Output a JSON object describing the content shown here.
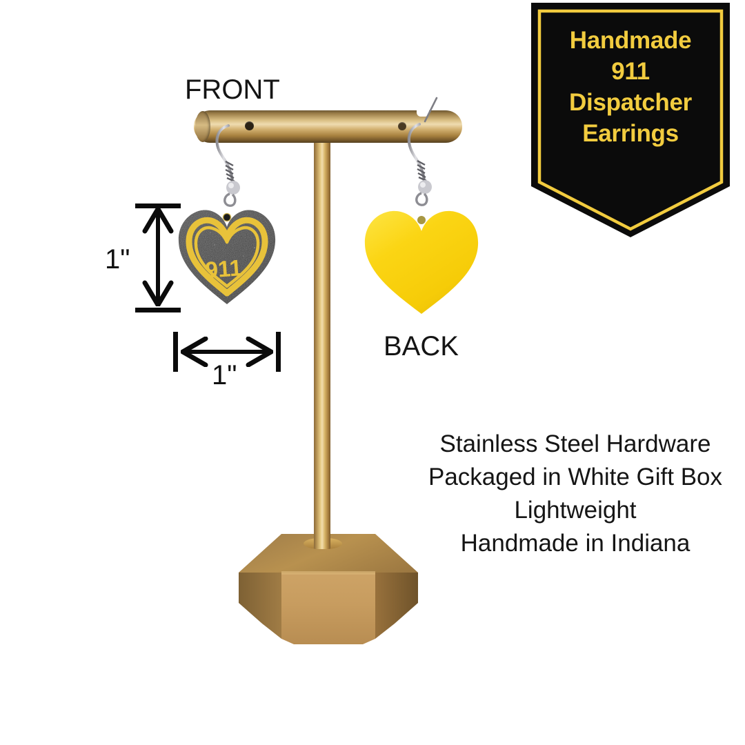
{
  "badge": {
    "lines": [
      "Handmade",
      "911",
      "Dispatcher",
      "Earrings"
    ],
    "background_color": "#0B0B0B",
    "border_color": "#F2CC3F",
    "text_color": "#F2CC3F"
  },
  "labels": {
    "front": "FRONT",
    "back": "BACK"
  },
  "dimensions": {
    "height": "1\"",
    "width": "1\""
  },
  "product": {
    "front_charm_text": "911",
    "front_charm_base_color": "#3B3B3B",
    "front_charm_accent_color": "#E8C23A",
    "back_charm_color": "#F9D512",
    "hook_color": "#B9B9BD",
    "stand_color": "#BE9553"
  },
  "specs": {
    "lines": [
      "Stainless Steel Hardware",
      "Packaged in White Gift Box",
      "Lightweight",
      "Handmade in Indiana"
    ]
  },
  "icons": {
    "badge_shape": "pennant-shield-icon",
    "front_charm": "heart-charm-icon",
    "back_charm": "heart-charm-icon",
    "earwire": "french-hook-earwire-icon",
    "stand": "t-bar-jewelry-stand-icon",
    "dimension_vertical": "vertical-dimension-arrow-icon",
    "dimension_horizontal": "horizontal-dimension-arrow-icon"
  }
}
